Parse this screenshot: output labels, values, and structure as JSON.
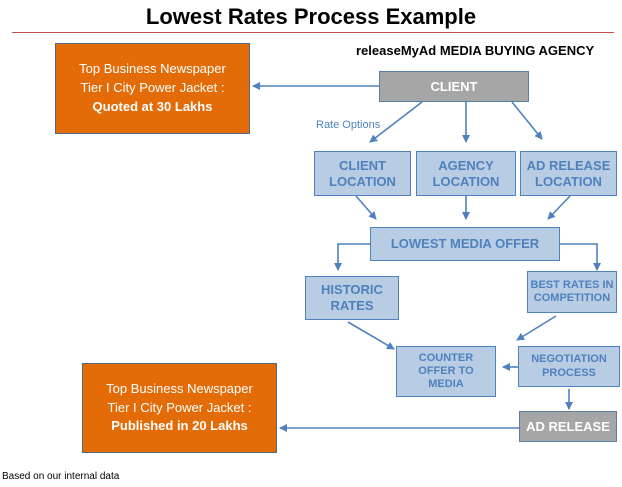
{
  "title": "Lowest Rates Process Example",
  "agency_label": "releaseMyAd MEDIA BUYING AGENCY",
  "rate_options": "Rate Options",
  "footnote": "Based on our internal data",
  "nodes": {
    "client": "CLIENT",
    "client_location": [
      "CLIENT",
      "LOCATION"
    ],
    "agency_location": [
      "AGENCY",
      "LOCATION"
    ],
    "ad_release_location": [
      "AD RELEASE",
      "LOCATION"
    ],
    "lowest_media_offer": "LOWEST MEDIA OFFER",
    "historic_rates": [
      "HISTORIC",
      "RATES"
    ],
    "best_rates": [
      "BEST RATES IN",
      "COMPETITION"
    ],
    "counter_offer": [
      "COUNTER",
      "OFFER TO",
      "MEDIA"
    ],
    "negotiation": [
      "NEGOTIATION",
      "PROCESS"
    ],
    "ad_release": "AD RELEASE"
  },
  "quote_box": {
    "line1": "Top Business  Newspaper",
    "line2": "Tier I City Power Jacket :",
    "line3": "Quoted at 30 Lakhs"
  },
  "publish_box": {
    "line1": "Top Business  Newspaper",
    "line2": "Tier I City Power Jacket :",
    "line3": "Published in 20 Lakhs"
  },
  "colors": {
    "orange": "#e36c09",
    "blue_fill": "#b8cce4",
    "blue_text": "#4f81bd",
    "gray": "#a6a6a6",
    "title_rule": "#c0504d"
  }
}
